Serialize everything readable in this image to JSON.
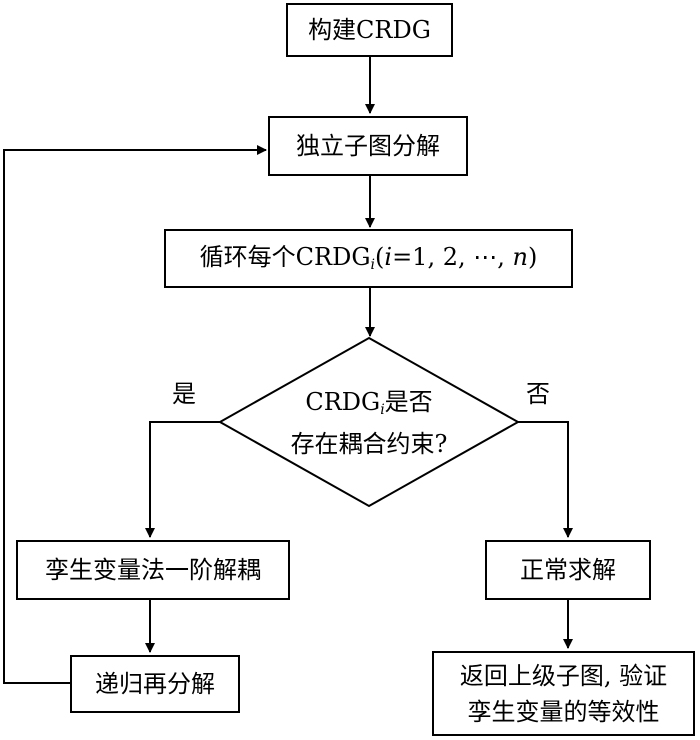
{
  "nodes": {
    "build": "构建CRDG",
    "decompose": "独立子图分解",
    "loop": {
      "prefix": "循环每个CRDG",
      "sub": "i",
      "paren_open": "(",
      "var_i": "i",
      "range": "=1, 2, ⋯, ",
      "var_n": "n",
      "paren_close": ")"
    },
    "decision": {
      "line1_prefix": "CRDG",
      "line1_sub": "i",
      "line1_suffix": "是否",
      "line2": "存在耦合约束?"
    },
    "twin_var": "孪生变量法一阶解耦",
    "recursive": "递归再分解",
    "normal_solve": "正常求解",
    "return_verify": {
      "line1": "返回上级子图, 验证",
      "line2": "孪生变量的等效性"
    }
  },
  "branches": {
    "yes": "是",
    "no": "否"
  }
}
